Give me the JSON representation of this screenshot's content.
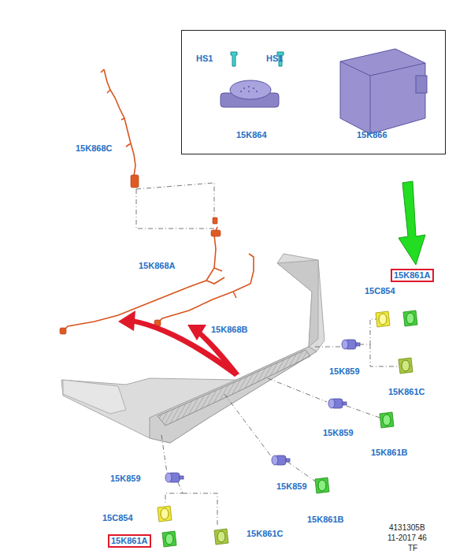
{
  "diagram": {
    "nodes": [
      {
        "text": [
          "HS1",
          "HS1",
          "15K864",
          "15K866"
        ]
      },
      {
        "text": [
          "15K861A"
        ]
      },
      {
        "text": [
          "15K861A"
        ]
      }
    ],
    "labels": [
      "15K868C",
      "15K868A",
      "15C854",
      "15K868B",
      "15K859",
      "15K861C",
      "15K859",
      "15K861B",
      "15K859",
      "15K859",
      "15C854",
      "15K861B",
      "15K861C",
      "4131305B",
      "11-2017 46",
      "TF"
    ]
  }
}
